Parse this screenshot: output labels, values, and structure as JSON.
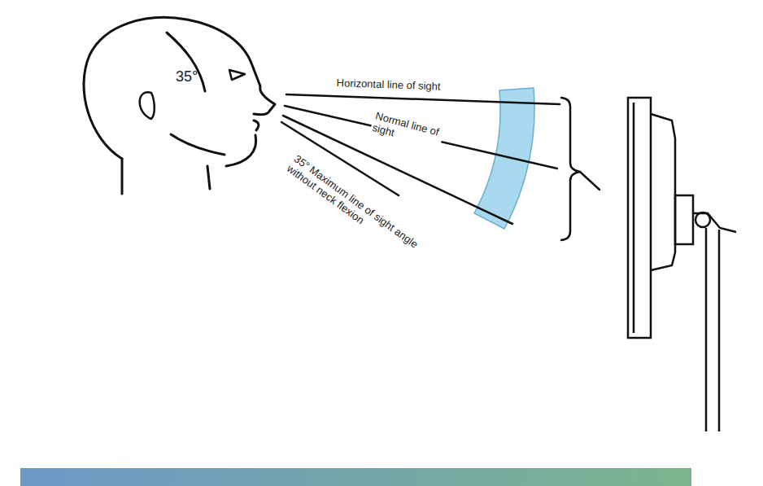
{
  "diagram": {
    "labels": [
      "35°",
      "Horizontal line of sight",
      "Normal line of sight",
      "35° Maximum line of sight angle without neck flexion"
    ]
  }
}
